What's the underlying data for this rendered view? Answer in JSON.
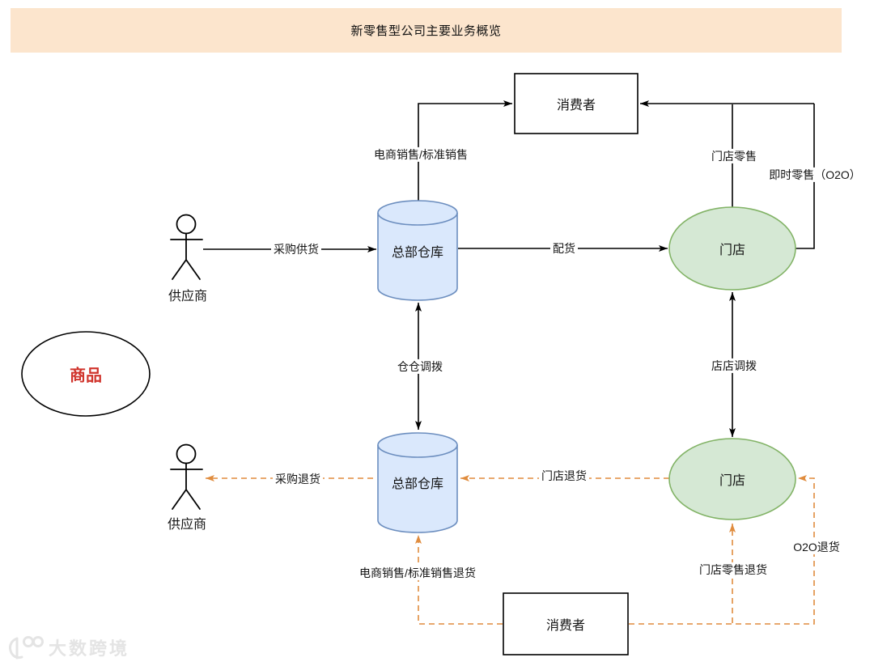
{
  "title": "新零售型公司主要业务概览",
  "nodes": {
    "consumer_top": {
      "label": "消费者"
    },
    "consumer_bottom": {
      "label": "消费者"
    },
    "supplier_top": {
      "label": "供应商"
    },
    "supplier_bottom": {
      "label": "供应商"
    },
    "goods": {
      "label": "商品"
    },
    "warehouse_top": {
      "label": "总部仓库"
    },
    "warehouse_bottom": {
      "label": "总部仓库"
    },
    "store_top": {
      "label": "门店"
    },
    "store_bottom": {
      "label": "门店"
    }
  },
  "edges": {
    "purchase_supply": "采购供货",
    "ecommerce_sale": "电商销售/标准销售",
    "delivery": "配货",
    "store_retail": "门店零售",
    "instant_retail_o2o": "即时零售（O2O）",
    "warehouse_transfer": "仓仓调拨",
    "store_transfer": "店店调拨",
    "purchase_return": "采购退货",
    "store_return": "门店退货",
    "o2o_return": "O2O退货",
    "store_retail_return": "门店零售退货",
    "ecommerce_return": "电商销售/标准销售退货"
  },
  "watermark": {
    "text": "大数跨境"
  },
  "colors": {
    "title_bg": "#FCE5CD",
    "warehouse_fill": "#DAE8FC",
    "warehouse_stroke": "#6C8EBF",
    "store_fill": "#D5E8D4",
    "store_stroke": "#82B366",
    "return_flow": "#E08C3E",
    "goods_text": "#D0342C",
    "forward_flow": "#000000"
  }
}
